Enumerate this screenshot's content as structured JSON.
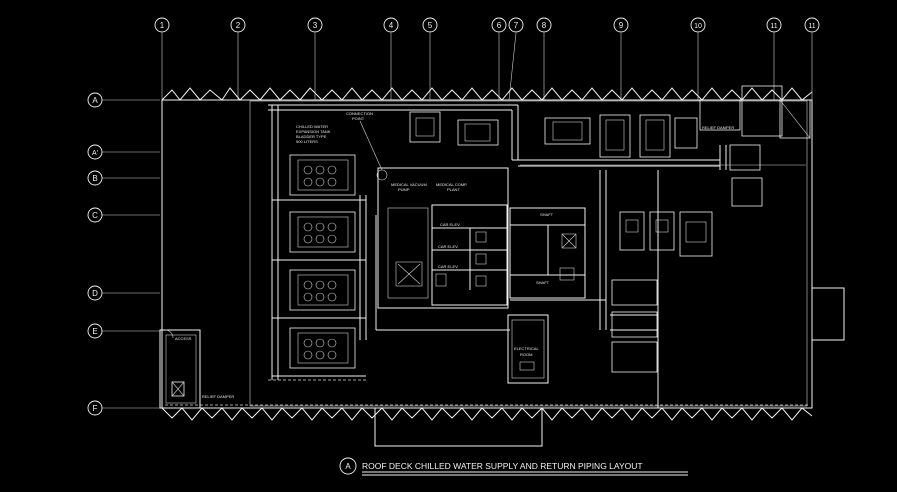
{
  "title": "ROOF DECK CHILLED WATER SUPPLY AND RETURN PIPING LAYOUT",
  "title_marker": "A",
  "column_grid": [
    "1",
    "2",
    "3",
    "4",
    "5",
    "6",
    "7",
    "8",
    "9",
    "10",
    "11",
    "11"
  ],
  "row_grid": [
    "A",
    "A'",
    "B",
    "C",
    "D",
    "E",
    "F"
  ],
  "labels": {
    "expansion_tank": [
      "CHILLED WATER",
      "EXPANSION TANK",
      "BLADDER TYPE",
      "500 LITERS"
    ],
    "connection_point": [
      "CONNECTION",
      "POINT"
    ],
    "shaft_1": "SHAFT",
    "shaft_2": "SHAFT",
    "car_elev_1": "CAR ELEV.",
    "car_elev_2": "CAR ELEV.",
    "car_elev_3": "CAR ELEV.",
    "medical_comp": [
      "MEDICAL COMP.",
      "PLANT"
    ],
    "medical_vacuum": [
      "MEDICAL VACUUM",
      "PUMP"
    ],
    "electrical_room": [
      "ELECTRICAL",
      "ROOM"
    ],
    "relief_damper_1": "RELIEF DAMPER",
    "relief_damper_2": "RELIEF DAMPER"
  },
  "colors": {
    "background": "#000000",
    "linework": "#f2f2f2"
  }
}
